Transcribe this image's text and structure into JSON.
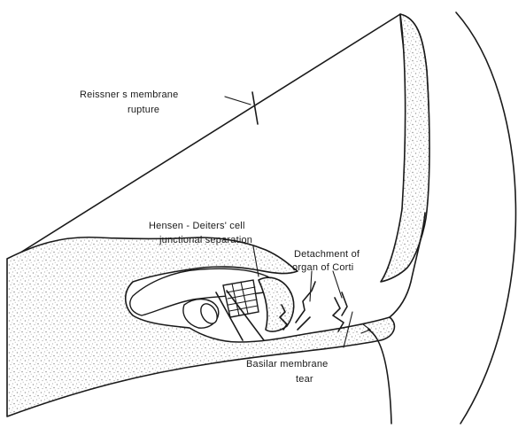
{
  "labels": {
    "reissner_line1": "Reissner s membrane",
    "reissner_line2": "rupture",
    "hensen_line1": "Hensen - Deiters' cell",
    "hensen_line2": "junctional separation",
    "corti_line1": "Detachment of",
    "corti_line2": "organ of Corti",
    "basilar_line1": "Basilar membrane",
    "basilar_line2": "tear"
  }
}
